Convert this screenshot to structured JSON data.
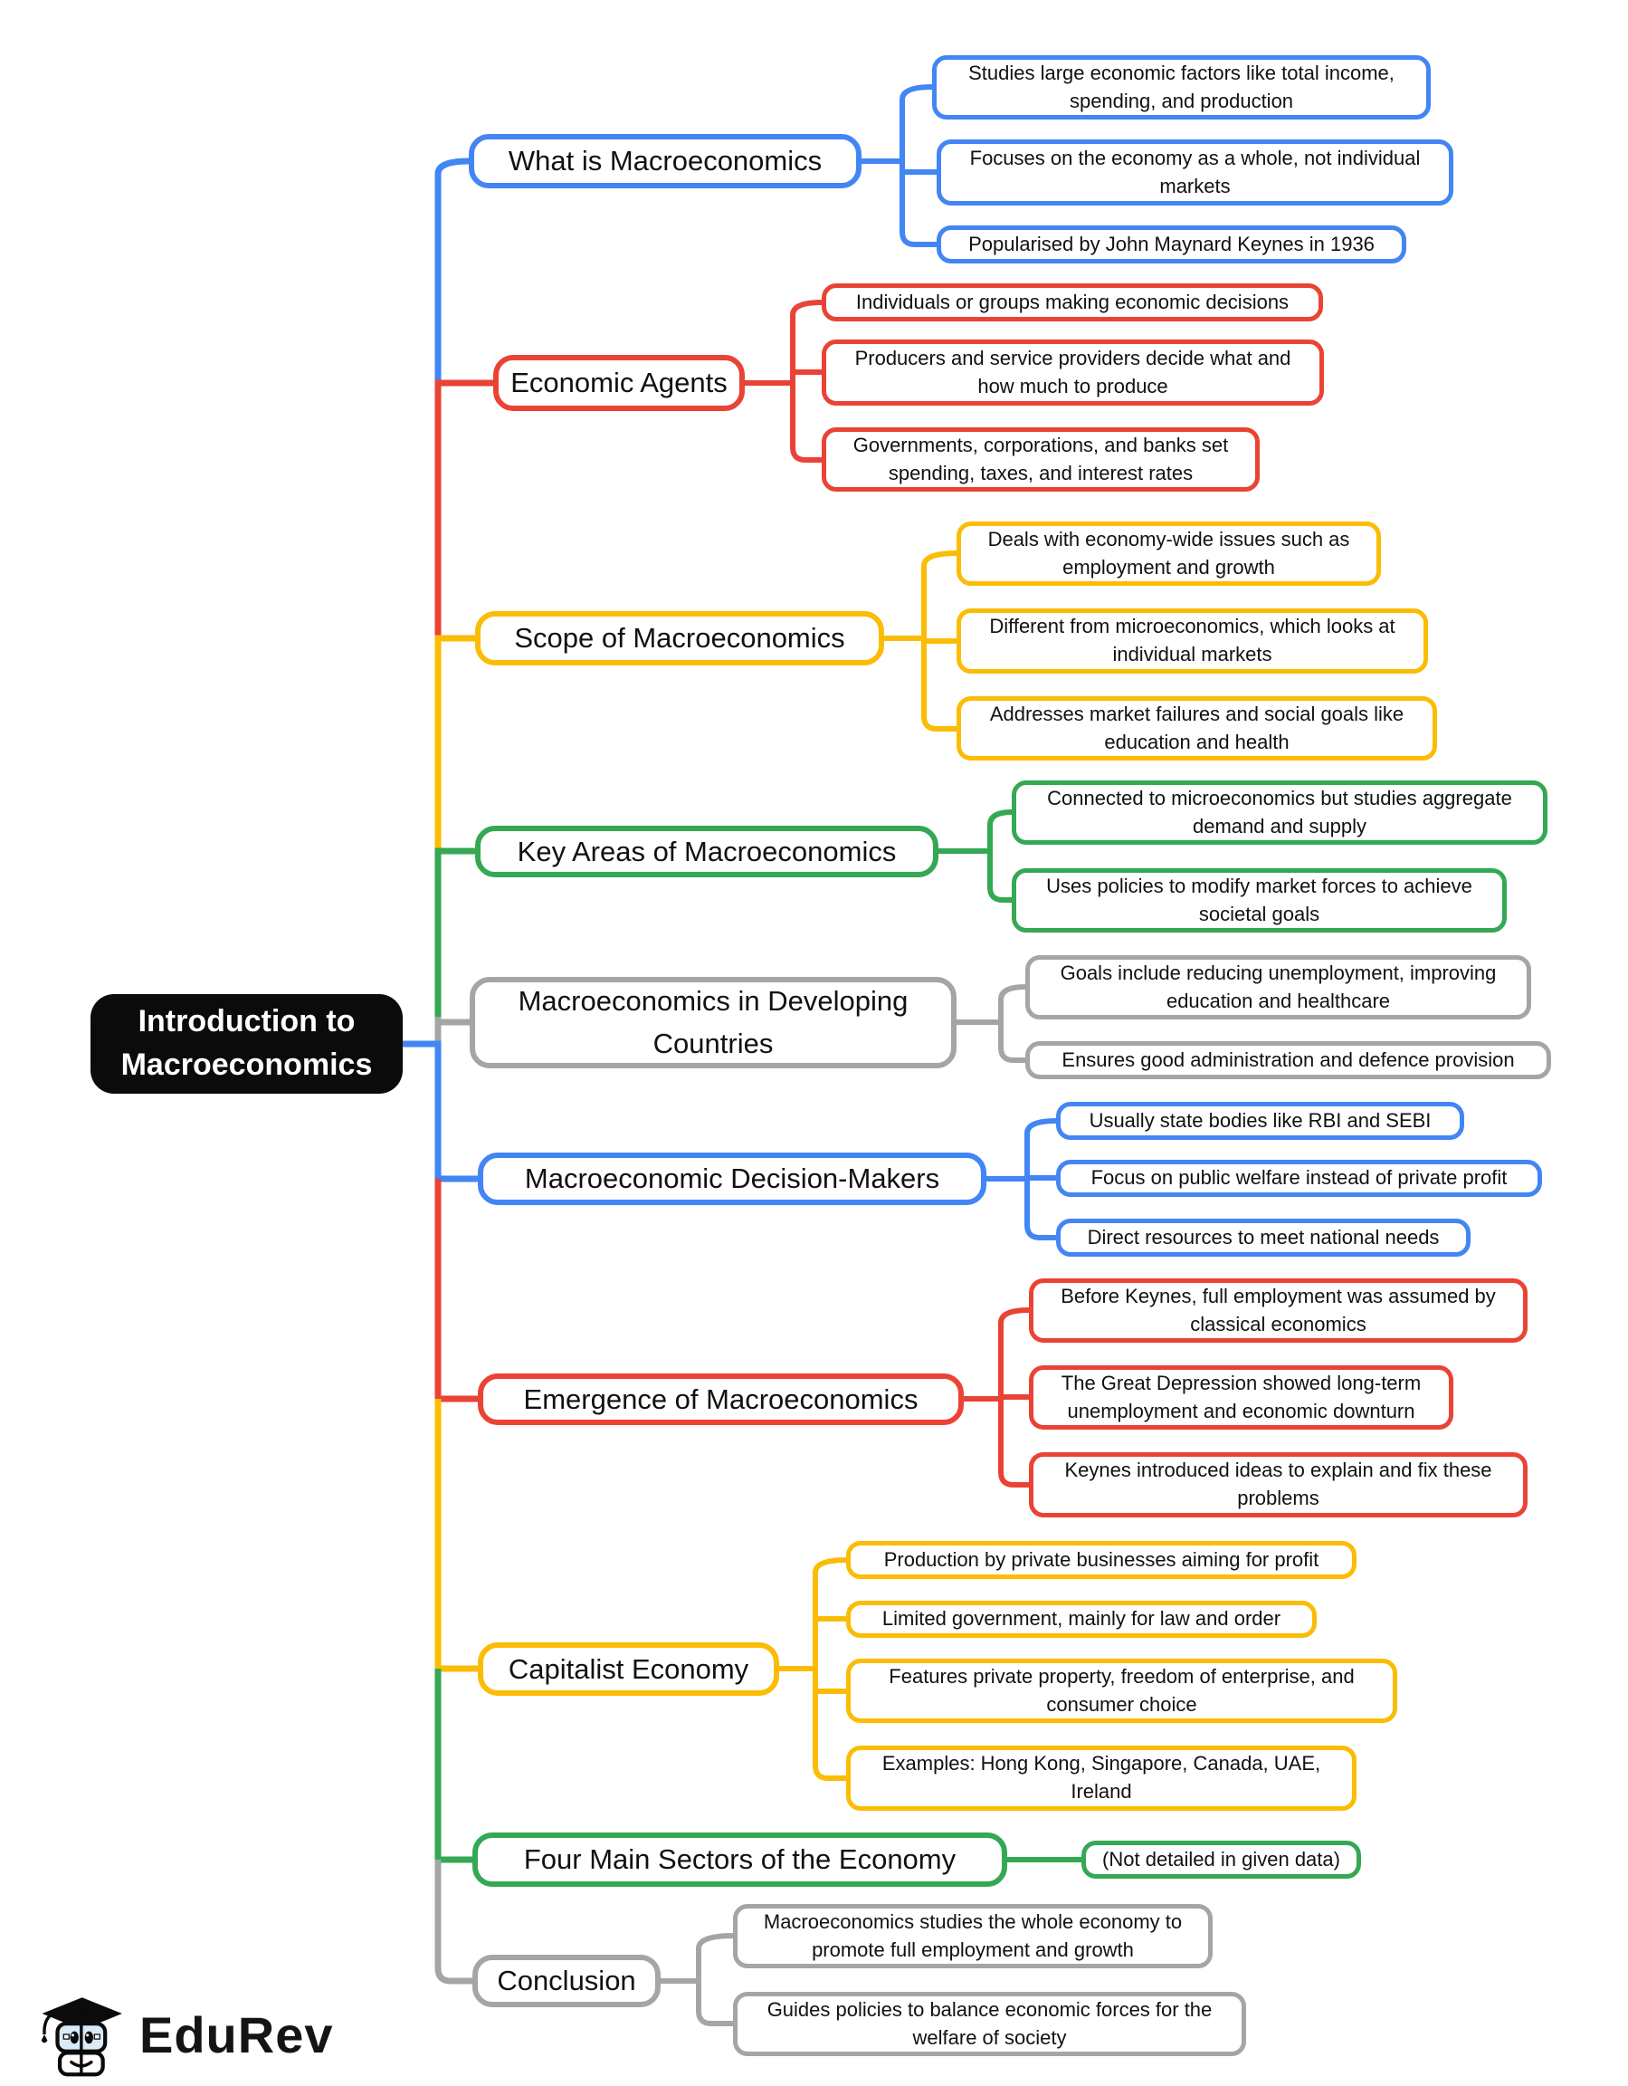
{
  "page": {
    "type": "mind-map-diagram",
    "background": "#ffffff"
  },
  "root": {
    "label": "Introduction to Macroeconomics"
  },
  "branches": [
    {
      "id": "what-is-macroeconomics",
      "label": "What is Macroeconomics",
      "color": "#4285F4",
      "children": [
        "Studies large economic factors like total income, spending, and production",
        "Focuses on the economy as a whole, not individual markets",
        "Popularised by John Maynard Keynes in 1936"
      ]
    },
    {
      "id": "economic-agents",
      "label": "Economic Agents",
      "color": "#EA4335",
      "children": [
        "Individuals or groups making economic decisions",
        "Producers and service providers decide what and how much to produce",
        "Governments, corporations, and banks set spending, taxes, and interest rates"
      ]
    },
    {
      "id": "scope-of-macroeconomics",
      "label": "Scope of Macroeconomics",
      "color": "#FBBC05",
      "children": [
        "Deals with economy-wide issues such as employment and growth",
        "Different from microeconomics, which looks at individual markets",
        "Addresses market failures and social goals like education and health"
      ]
    },
    {
      "id": "key-areas-of-macroeconomics",
      "label": "Key Areas of Macroeconomics",
      "color": "#34A853",
      "children": [
        "Connected to microeconomics but studies aggregate demand and supply",
        "Uses policies to modify market forces to achieve societal goals"
      ]
    },
    {
      "id": "macroeconomics-in-developing-countries",
      "label": "Macroeconomics in Developing Countries",
      "color": "#A5A5A5",
      "children": [
        "Goals include reducing unemployment, improving education and healthcare",
        "Ensures good administration and defence provision"
      ]
    },
    {
      "id": "macroeconomic-decision-makers",
      "label": "Macroeconomic Decision-Makers",
      "color": "#4285F4",
      "children": [
        "Usually state bodies like RBI and SEBI",
        "Focus on public welfare instead of private profit",
        "Direct resources to meet national needs"
      ]
    },
    {
      "id": "emergence-of-macroeconomics",
      "label": "Emergence of Macroeconomics",
      "color": "#EA4335",
      "children": [
        "Before Keynes, full employment was assumed by classical economics",
        "The Great Depression showed long-term unemployment and economic downturn",
        "Keynes introduced ideas to explain and fix these problems"
      ]
    },
    {
      "id": "capitalist-economy",
      "label": "Capitalist Economy",
      "color": "#FBBC05",
      "children": [
        "Production by private businesses aiming for profit",
        "Limited government, mainly for law and order",
        "Features private property, freedom of enterprise, and consumer choice",
        "Examples: Hong Kong, Singapore, Canada, UAE, Ireland"
      ]
    },
    {
      "id": "four-main-sectors-of-the-economy",
      "label": "Four Main Sectors of the Economy",
      "color": "#34A853",
      "children": [
        "(Not detailed in given data)"
      ]
    },
    {
      "id": "conclusion",
      "label": "Conclusion",
      "color": "#A5A5A5",
      "children": [
        "Macroeconomics studies the whole economy to promote full employment and growth",
        "Guides policies to balance economic forces for the welfare of society"
      ]
    }
  ],
  "logo": {
    "brand": "EduRev",
    "icon": "graduation-cap-mascot-icon"
  },
  "palette": {
    "blue": "#4285F4",
    "red": "#EA4335",
    "yellow": "#FBBC05",
    "green": "#34A853",
    "gray": "#A5A5A5",
    "root_bg": "#0B0B0B",
    "root_text": "#FFFFFF",
    "text": "#111111"
  }
}
